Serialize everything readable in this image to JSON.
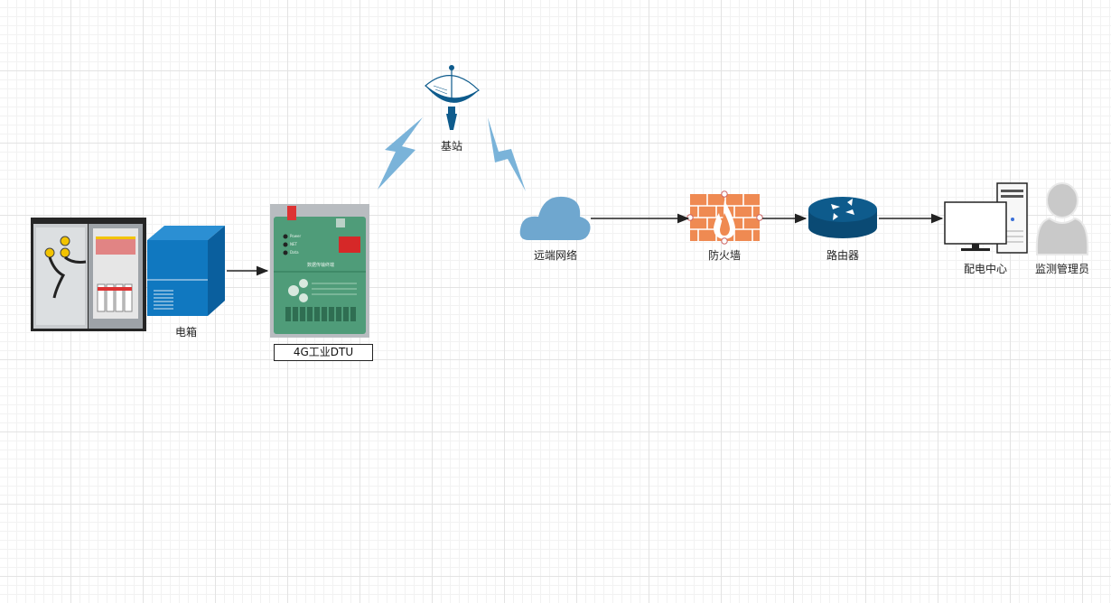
{
  "nodes": {
    "cabinet": {
      "label": "电箱"
    },
    "dtu": {
      "label": "4G工业DTU",
      "panel_title": "数据传输终端",
      "indicators": [
        "Power",
        "NET",
        "Data"
      ]
    },
    "base_station": {
      "label": "基站"
    },
    "cloud": {
      "label": "远端网络"
    },
    "firewall": {
      "label": "防火墙"
    },
    "router": {
      "label": "路由器"
    },
    "center": {
      "label": "配电中心"
    },
    "admin": {
      "label": "监测管理员"
    }
  },
  "colors": {
    "blue": "#1078c0",
    "cloud": "#6fa7cf",
    "lightning": "#7ab3d9",
    "firewall": "#ef8a52",
    "router": "#0e5b8c",
    "edge": "#222222"
  }
}
